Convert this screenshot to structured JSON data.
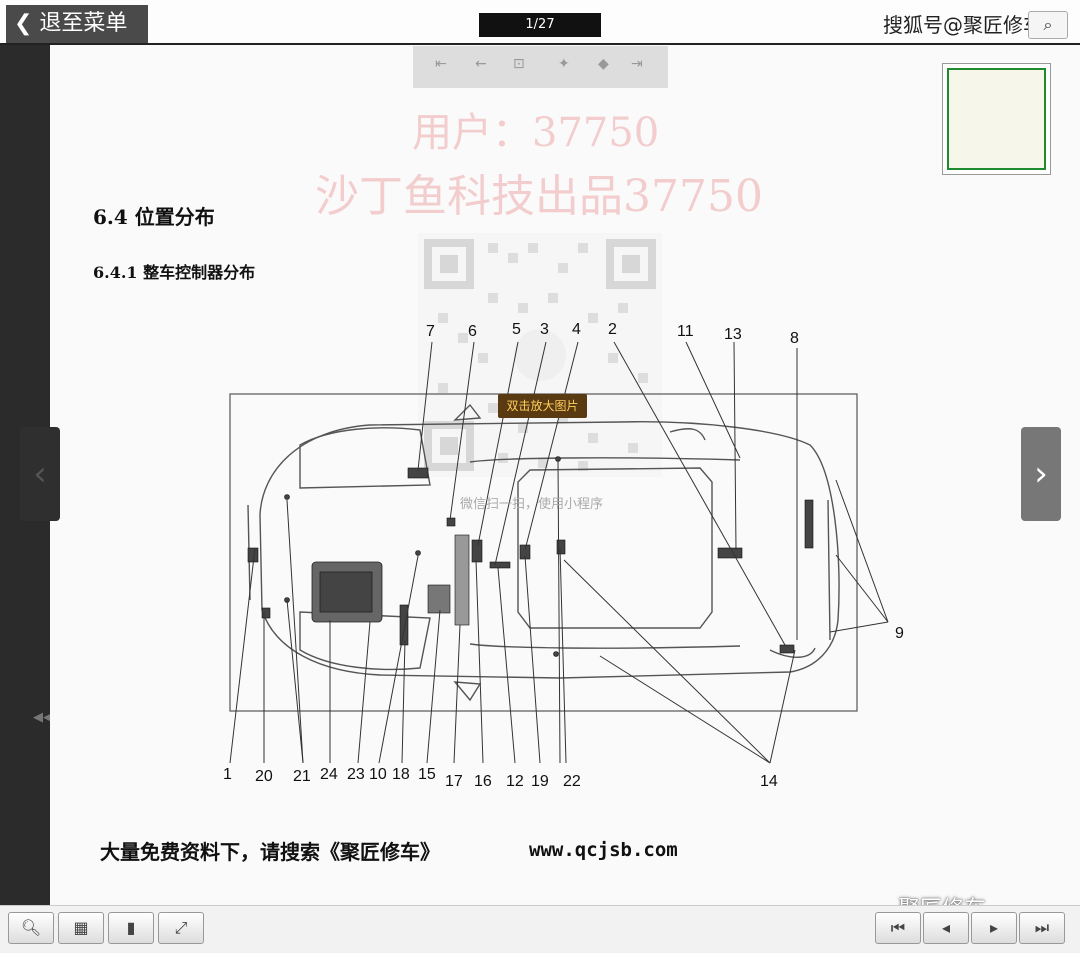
{
  "topbar": {
    "back_label": "❮ 退至菜单",
    "page_indicator": "1/27",
    "source_label": "搜狐号@聚匠修车"
  },
  "pdf_toolbar": {
    "icons": [
      "first-page-icon",
      "prev-icon",
      "fit-icon",
      "next-icon",
      "rotate-icon",
      "last-page-icon"
    ]
  },
  "document": {
    "watermark_user": "用户：37750",
    "watermark_brand": "沙丁鱼科技出品37750",
    "section_title": "6.4 位置分布",
    "subsection_title": "6.4.1 整车控制器分布",
    "zoom_badge": "双击放大图片",
    "qr_caption": "微信扫一扫，使用小程序",
    "footer_text": "大量免费资料下，请搜索《聚匠修车》",
    "footer_url": "www.qcjsb.com",
    "wechat_brand": "聚匠修车",
    "callouts_top": [
      "7",
      "6",
      "5",
      "3",
      "4",
      "2",
      "11",
      "13",
      "8"
    ],
    "callouts_right": [
      "9"
    ],
    "callouts_bottom": [
      "1",
      "20",
      "21",
      "24",
      "23",
      "10",
      "18",
      "15",
      "17",
      "16",
      "12",
      "19",
      "22",
      "14"
    ]
  },
  "bottombar": {
    "buttons": [
      "zoom-button",
      "grid-button",
      "bookmark-button",
      "fullscreen-button"
    ],
    "nav_buttons": [
      "first-button",
      "prev-button",
      "next-button",
      "last-button"
    ]
  }
}
